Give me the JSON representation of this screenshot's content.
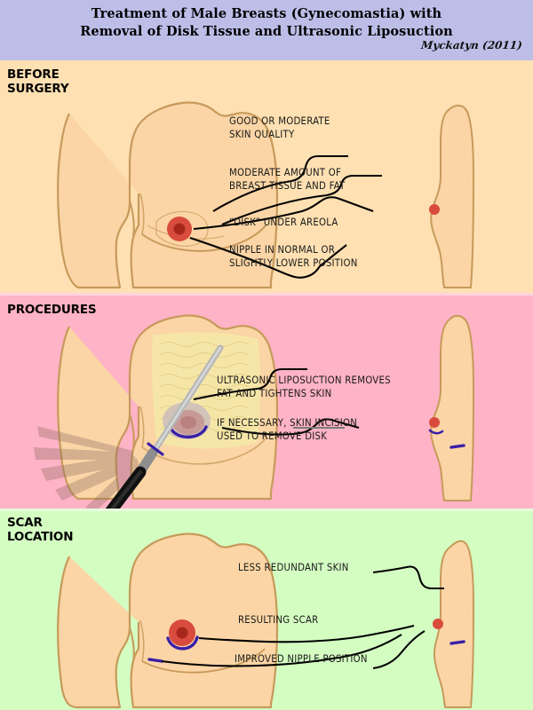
{
  "header": {
    "title_line1": "Treatment of Male Breasts (Gynecomastia) with",
    "title_line2": "Removal of Disk Tissue and Ultrasonic Liposuction",
    "credit": "Myckatyn (2011)",
    "background_color": "#BDBEE8"
  },
  "panels": [
    {
      "id": "before-surgery",
      "heading": "BEFORE\nSURGERY",
      "background_color": "#FEE0B2",
      "annotations": [
        {
          "id": "skin-quality",
          "text": "GOOD OR MODERATE\nSKIN QUALITY"
        },
        {
          "id": "breast-tissue",
          "text": "MODERATE AMOUNT OF\nBREAST TISSUE AND FAT"
        },
        {
          "id": "disk-areola",
          "text": "“DISK” UNDER AREOLA"
        },
        {
          "id": "nipple-position",
          "text": "NIPPLE IN NORMAL OR\nSLIGHTLY LOWER POSITION"
        }
      ]
    },
    {
      "id": "procedures",
      "heading": "PROCEDURES",
      "background_color": "#FFB3C6",
      "annotations": [
        {
          "id": "ultrasonic-liposuction",
          "text": "ULTRASONIC LIPOSUCTION REMOVES\nFAT AND TIGHTENS SKIN"
        },
        {
          "id": "skin-incision",
          "text": "IF NECESSARY, SKIN INCISION\nUSED TO REMOVE DISK"
        }
      ]
    },
    {
      "id": "scar-location",
      "heading": "SCAR\nLOCATION",
      "background_color": "#D4FDC2",
      "annotations": [
        {
          "id": "less-redundant-skin",
          "text": "LESS REDUNDANT SKIN"
        },
        {
          "id": "resulting-scar",
          "text": "RESULTING SCAR"
        },
        {
          "id": "improved-nipple",
          "text": "IMPROVED NIPPLE POSITION"
        }
      ]
    }
  ],
  "colors": {
    "skin": "#FBD5A5",
    "skin_outline": "#C79A5B",
    "areola_red": "#D94C3D",
    "nipple_dark": "#A8271C",
    "fat_yellow": "#F5E6A8",
    "incision_blue": "#3A1FA8",
    "cannula_gray": "#9A9A9A",
    "cannula_black": "#111111",
    "leader_line": "#000000"
  }
}
